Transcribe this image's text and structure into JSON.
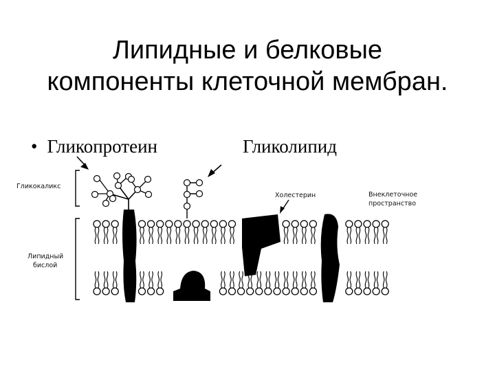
{
  "title": {
    "line1": "Липидные и белковые",
    "line2": "компоненты клеточной мембран."
  },
  "bullets": {
    "glycoprotein": "Гликопротеин",
    "glycolipid": "Гликолипид"
  },
  "diagram": {
    "glycocalyx": "Гликокаликс",
    "lipid_layer_line1": "Липидный",
    "lipid_layer_line2": "бислой",
    "cholesterol": "Холестерин",
    "extracellular_line1": "Внеклеточное",
    "extracellular_line2": "пространство"
  }
}
